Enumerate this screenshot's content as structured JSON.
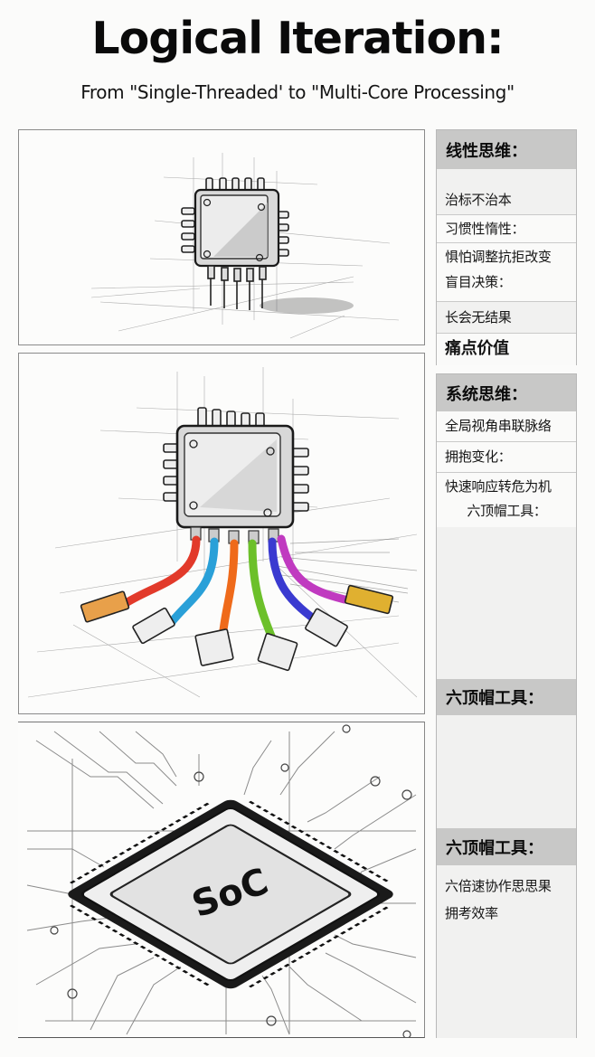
{
  "header": {
    "title": "Logical Iteration:",
    "subtitle": "From \"Single-Threaded' to \"Multi-Core Processing\""
  },
  "panels": [
    {
      "id": "single-chip",
      "description": "pencil sketch of a single microchip with pins standing on a perspective grid"
    },
    {
      "id": "multi-cable-chip",
      "description": "pencil sketch of a chip with five colored cables (red, blue, orange, green, violet) ending in connectors",
      "cable_colors": [
        "#e23a2a",
        "#2aa0d8",
        "#ef6a1a",
        "#6cc02a",
        "#3a3ad0",
        "#c03ac0"
      ]
    },
    {
      "id": "soc-chip",
      "description": "pencil sketch of an SoC chip on a circuit board",
      "label": "SoC"
    }
  ],
  "sidebar": {
    "linear": {
      "header": "线性思维：",
      "rows": [
        "治标不治本",
        "习惯性惰性：",
        "惧怕调整抗拒改变",
        "盲目决策：",
        "长会无结果"
      ],
      "footer": "痛点价值"
    },
    "system": {
      "header": "系统思维：",
      "rows": [
        "全局视角串联脉络",
        "拥抱变化：",
        "快速响应转危为机",
        "六顶帽工具："
      ],
      "header2": "六顶帽工具：",
      "header3": "六顶帽工具：",
      "rows3": [
        "六倍速协作思思果",
        "拥考效率"
      ]
    }
  },
  "colors": {
    "header_bg": "#c8c8c7",
    "row_bg": "#fafaf9",
    "alt_bg": "#f1f1f0",
    "border": "#b9b9b9"
  }
}
